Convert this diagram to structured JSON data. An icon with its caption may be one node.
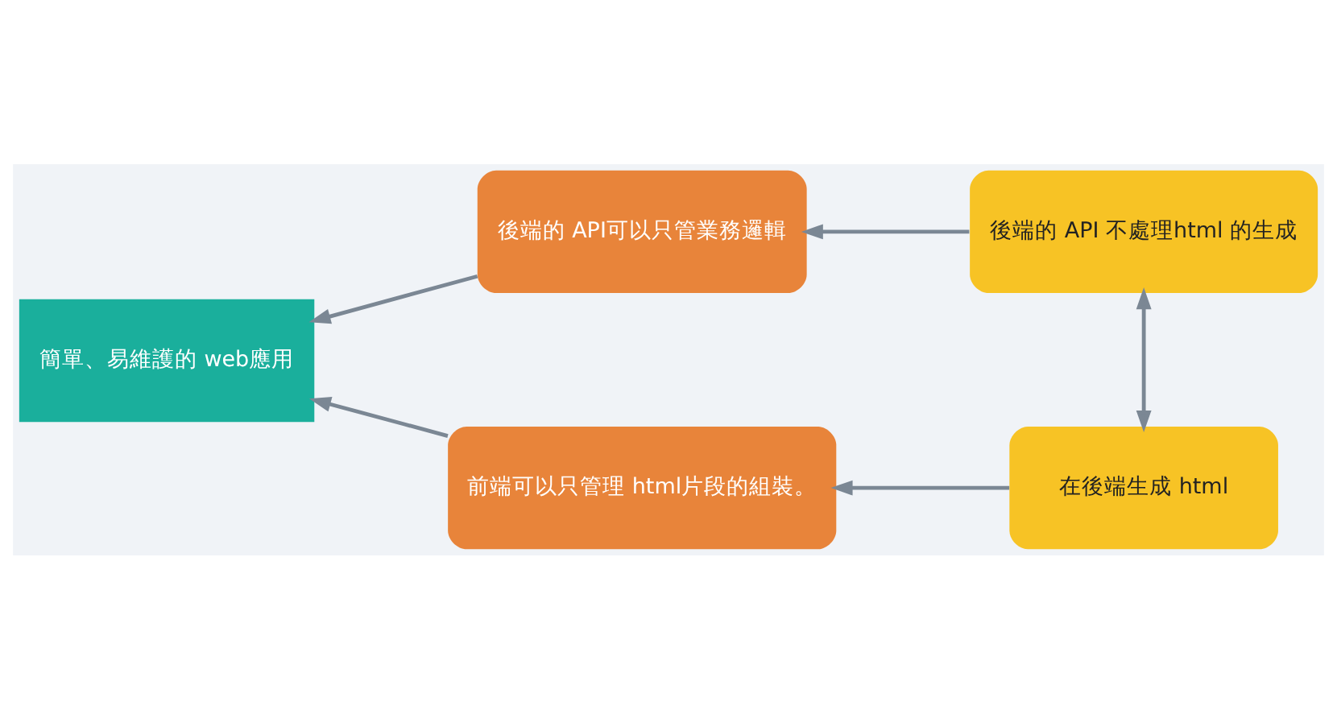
{
  "diagram": {
    "nodes": [
      {
        "text": [
          "簡單、易維護的 web應用"
        ]
      },
      {
        "text": [
          "後端的 API可以只管業務邏輯"
        ]
      },
      {
        "text": [
          "後端的 API 不處理html 的生成"
        ]
      },
      {
        "text": [
          "前端可以只管理 html片段的組裝。"
        ]
      },
      {
        "text": [
          "在後端生成 html"
        ]
      }
    ],
    "edges": [
      {
        "from": 1,
        "to": 0,
        "arrow": "to"
      },
      {
        "from": 3,
        "to": 0,
        "arrow": "to"
      },
      {
        "from": 2,
        "to": 1,
        "arrow": "to"
      },
      {
        "from": 4,
        "to": 3,
        "arrow": "to"
      },
      {
        "from": 2,
        "to": 4,
        "arrow": "both"
      }
    ]
  }
}
